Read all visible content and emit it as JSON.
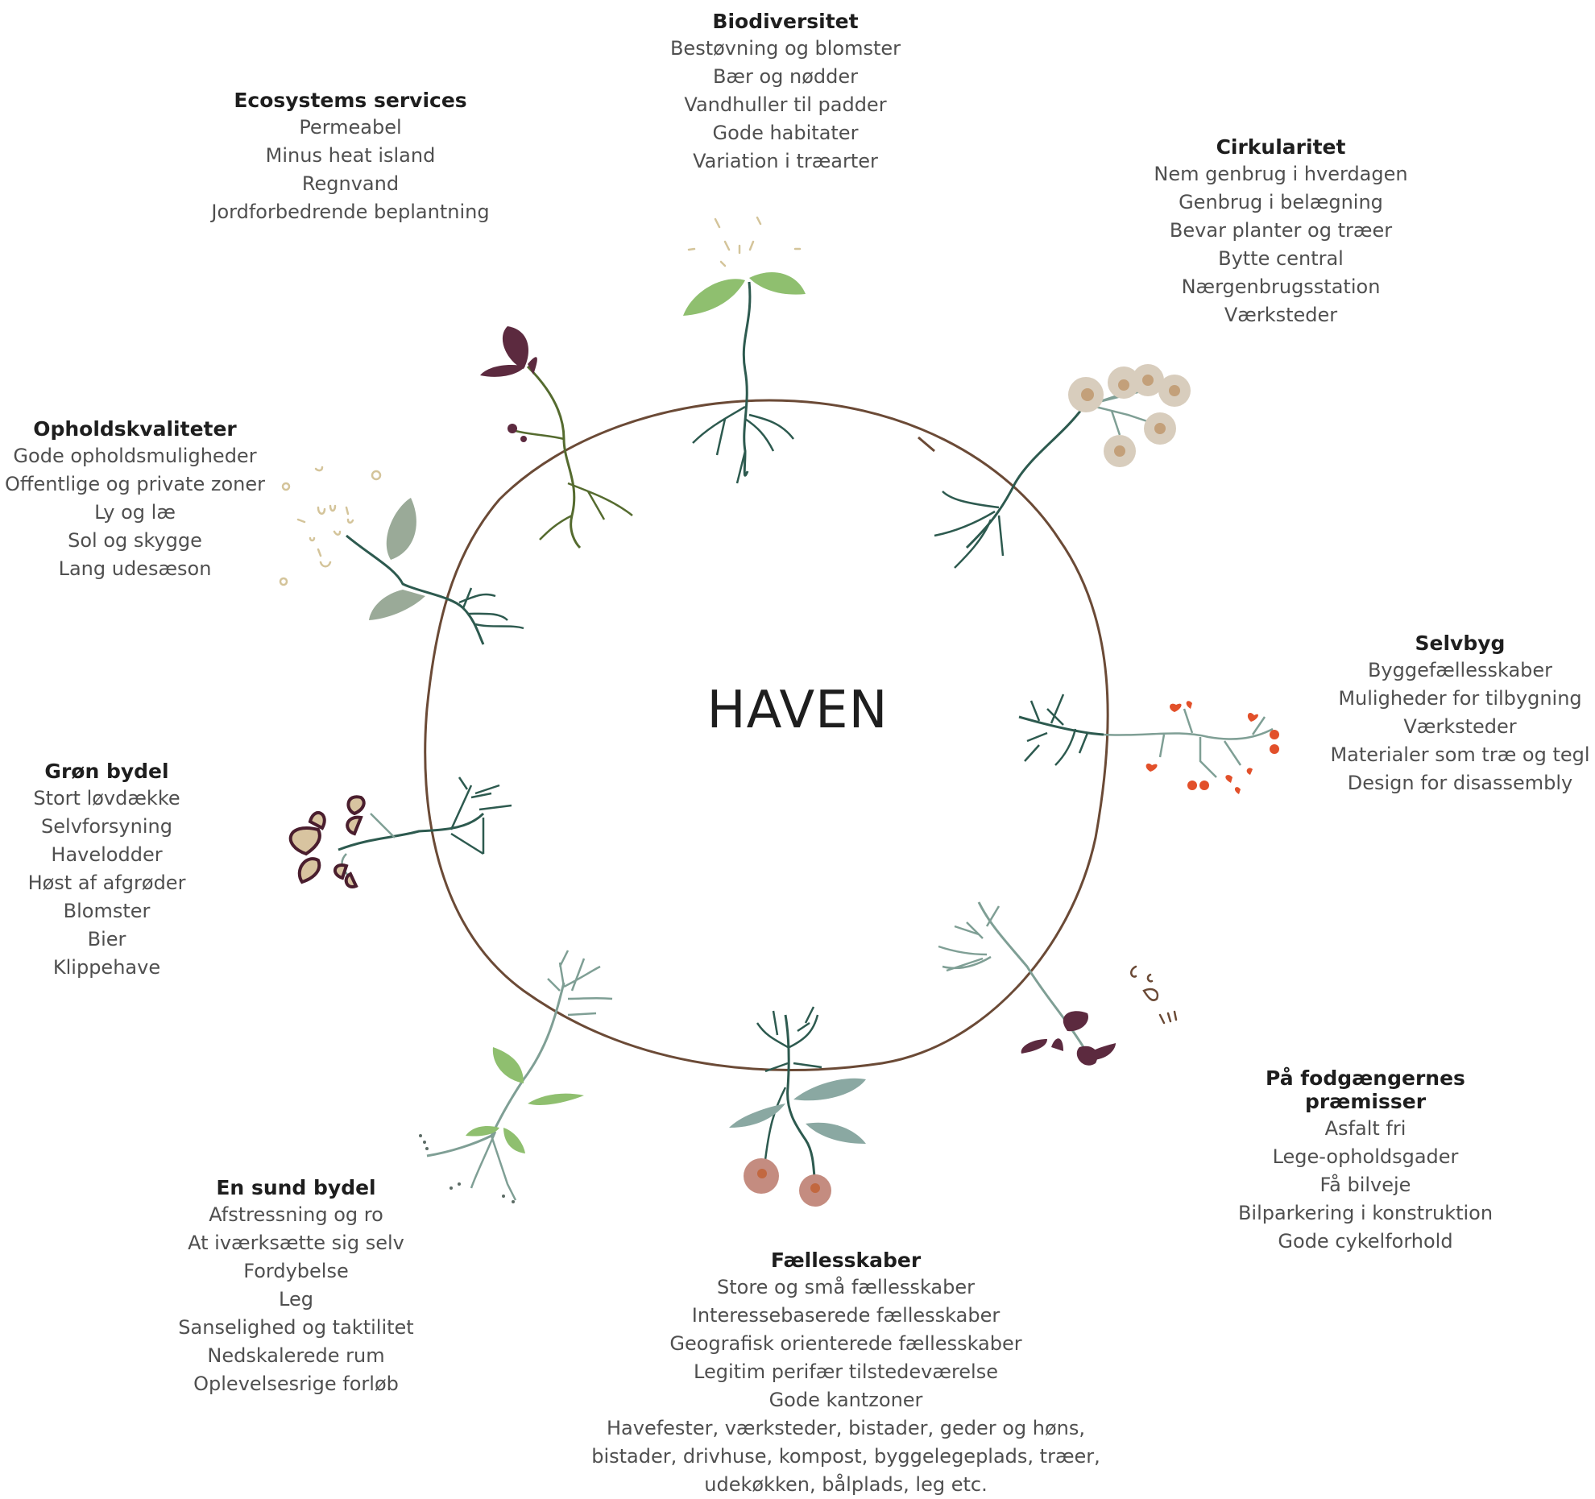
{
  "center": {
    "title": "HAVEN"
  },
  "colors": {
    "ring": "#6b4a36",
    "stem_dark": "#2d5a4f",
    "stem_olive": "#556b2f",
    "stem_grey": "#7f9f95",
    "leaf_green": "#8fbf6f",
    "leaf_sage": "#9aaa98",
    "leaf_teal": "#8aa8a2",
    "plum": "#5c2a3f",
    "beige": "#d8cdbd",
    "tan": "#c3a07a",
    "orange": "#e2502a",
    "berry_pink": "#c48c80",
    "seed": "#d4c49a"
  },
  "sections": {
    "biodiversitet": {
      "title": "Biodiversitet",
      "items": [
        "Bestøvning og blomster",
        "Bær og nødder",
        "Vandhuller til padder",
        "Gode habitater",
        "Variation i træarter"
      ]
    },
    "ecosystems": {
      "title": "Ecosystems services",
      "items": [
        "Permeabel",
        "Minus heat island",
        "Regnvand",
        "Jordforbedrende beplantning"
      ]
    },
    "cirkularitet": {
      "title": "Cirkularitet",
      "items": [
        "Nem genbrug i hverdagen",
        "Genbrug i belægning",
        "Bevar planter og træer",
        "Bytte central",
        "Nærgenbrugsstation",
        "Værksteder"
      ]
    },
    "opholdskvaliteter": {
      "title": "Opholdskvaliteter",
      "items": [
        "Gode opholdsmuligheder",
        "Offentlige og private zoner",
        "Ly og læ",
        "Sol og skygge",
        "Lang udesæson"
      ]
    },
    "selvbyg": {
      "title": "Selvbyg",
      "items": [
        "Byggefællesskaber",
        "Muligheder for tilbygning",
        "Værksteder",
        "Materialer som træ og tegl",
        "Design for disassembly"
      ]
    },
    "gron_bydel": {
      "title": "Grøn bydel",
      "items": [
        "Stort løvdække",
        "Selvforsyning",
        "Havelodder",
        "Høst af afgrøder",
        "Blomster",
        "Bier",
        "Klippehave"
      ]
    },
    "fodgaengere": {
      "title": "På fodgængernes præmisser",
      "items": [
        "Asfalt fri",
        "Lege-opholdsgader",
        "Få bilveje",
        "Bilparkering i konstruktion",
        "Gode cykelforhold"
      ]
    },
    "sund_bydel": {
      "title": "En sund bydel",
      "items": [
        "Afstressning og ro",
        "At iværksætte sig selv",
        "Fordybelse",
        "Leg",
        "Sanselighed og taktilitet",
        "Nedskalerede rum",
        "Oplevelsesrige forløb"
      ]
    },
    "faellesskaber": {
      "title": "Fællesskaber",
      "items": [
        "Store og små fællesskaber",
        "Interessebaserede fællesskaber",
        "Geografisk orienterede fællesskaber",
        "Legitim perifær tilstedeværelse",
        "Gode kantzoner",
        "Havefester, værksteder, bistader, geder og høns,",
        "bistader, drivhuse, kompost, byggelegeplads, træer,",
        "udekøkken, bålplads, leg etc."
      ]
    }
  }
}
